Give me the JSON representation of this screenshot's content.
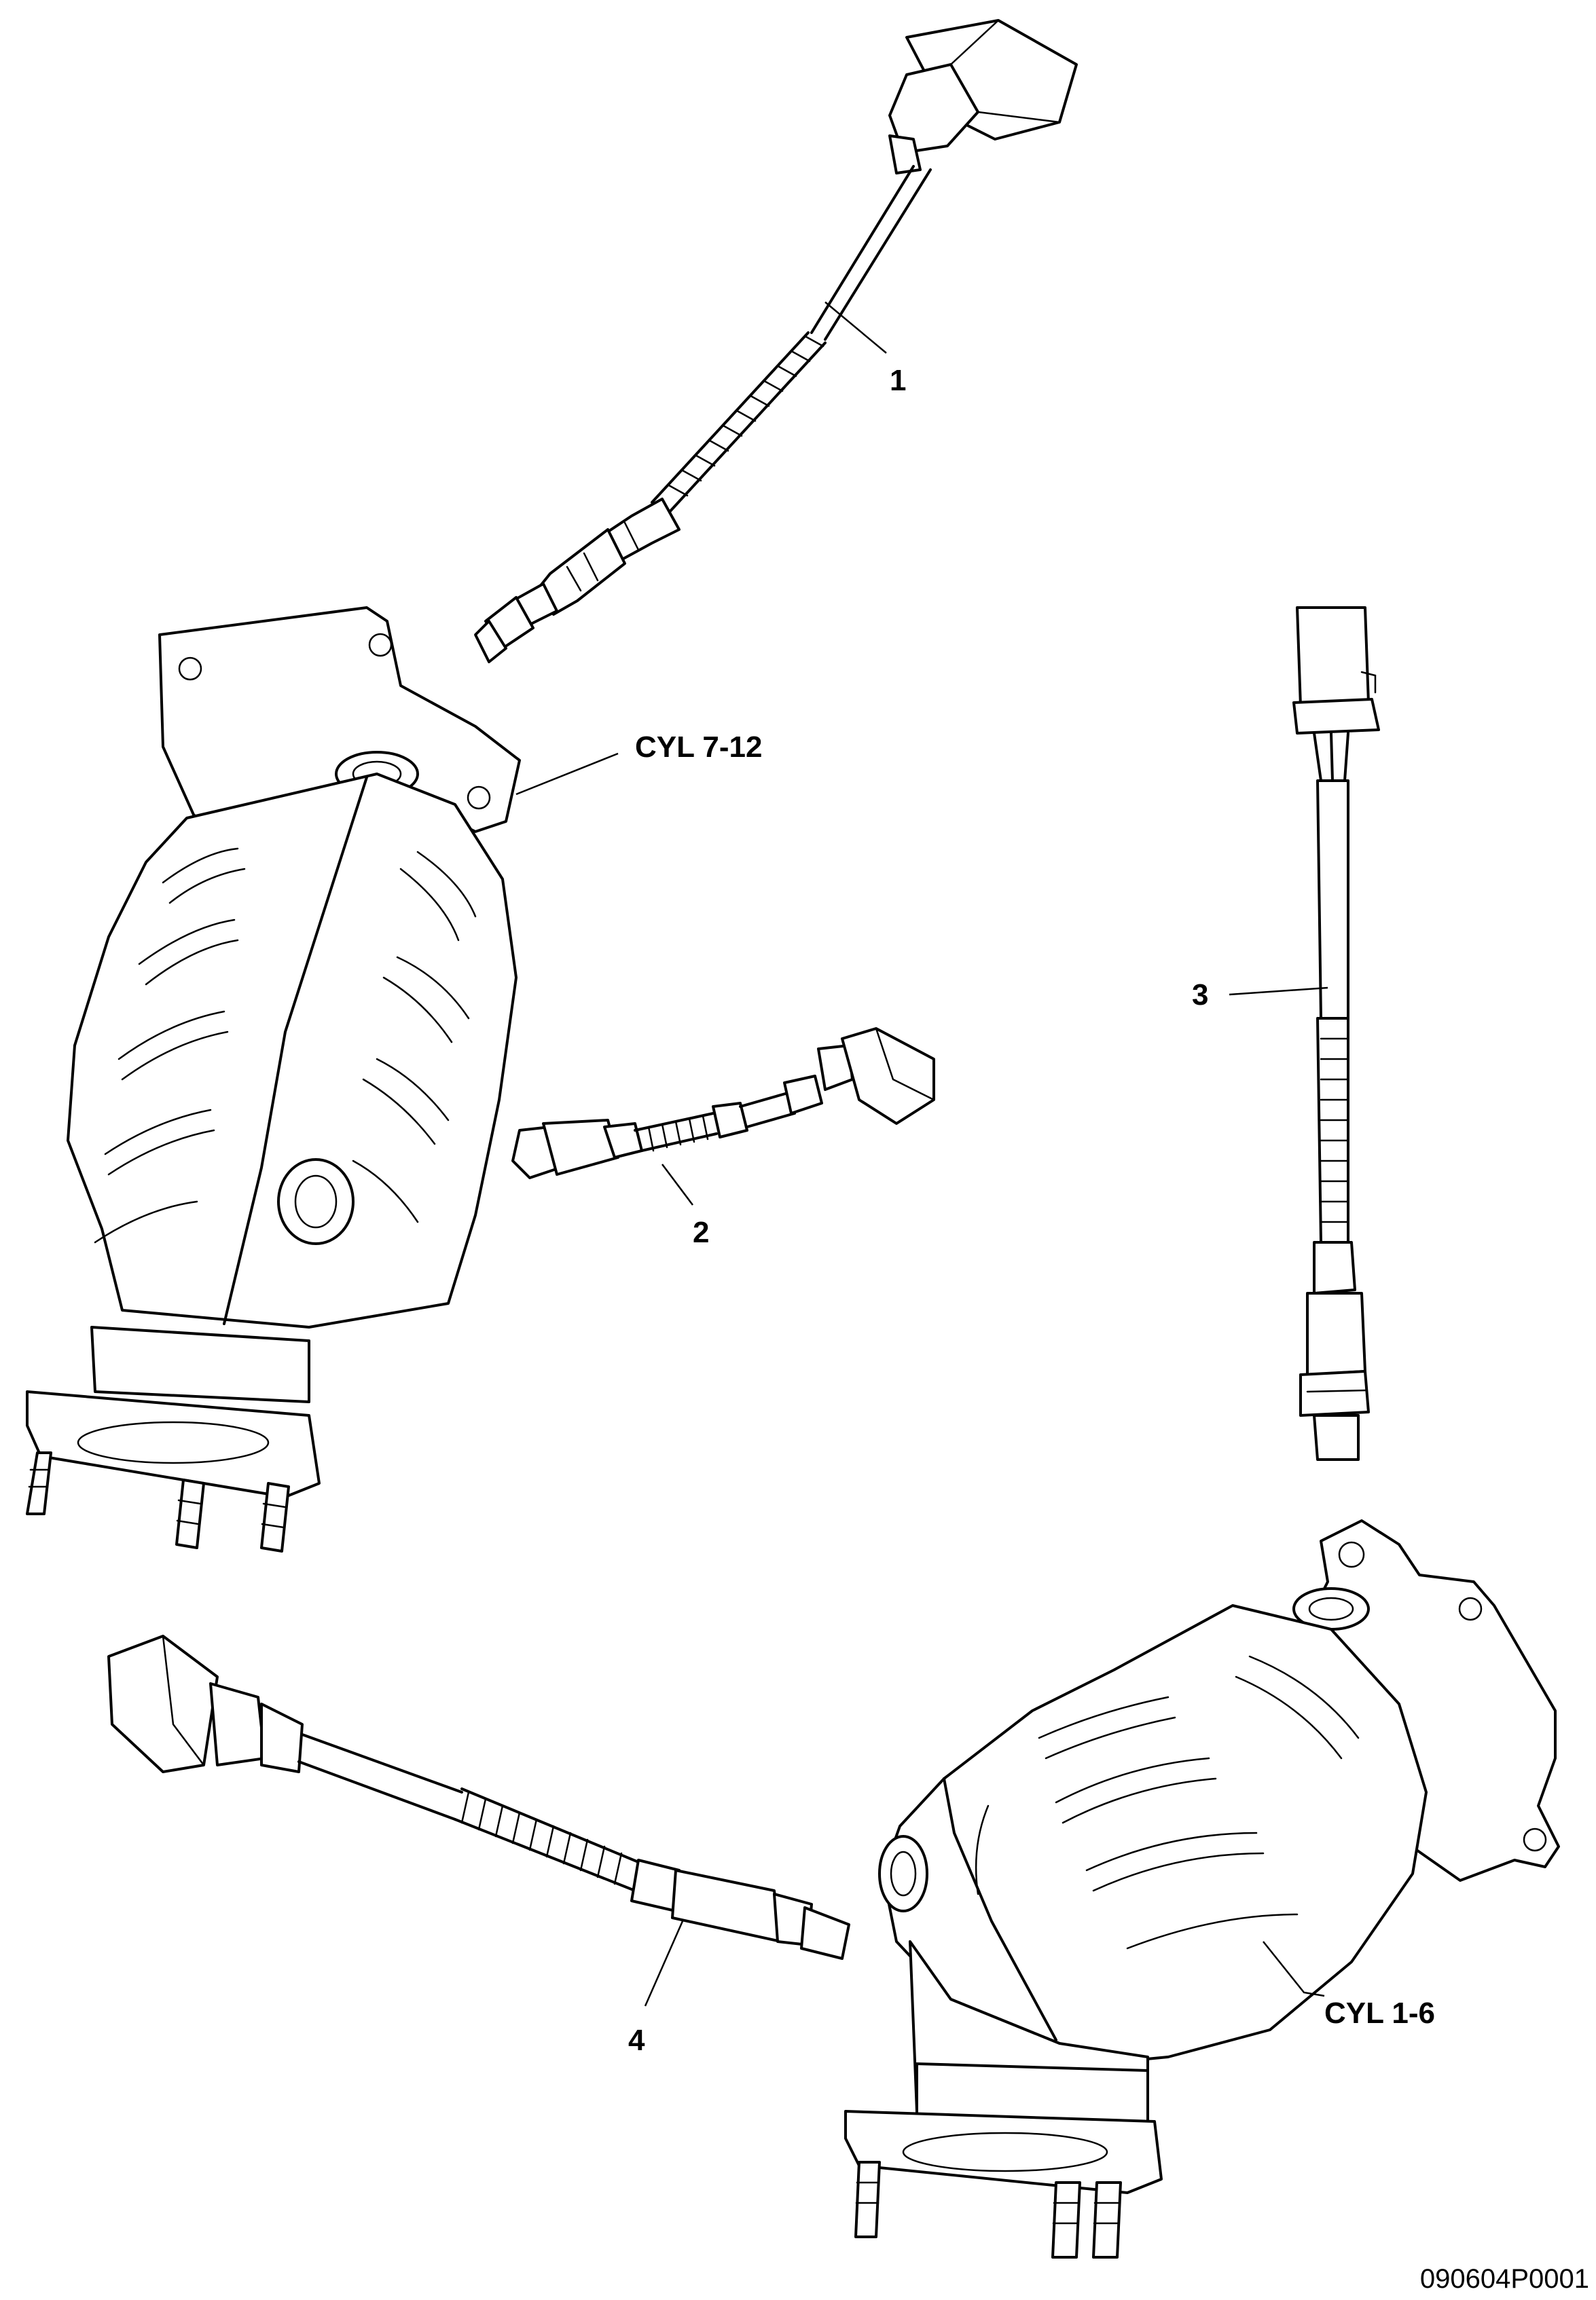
{
  "diagram": {
    "callouts": [
      {
        "id": "1",
        "text": "1"
      },
      {
        "id": "2",
        "text": "2"
      },
      {
        "id": "3",
        "text": "3"
      },
      {
        "id": "4",
        "text": "4"
      }
    ],
    "converter_labels": [
      {
        "id": "cyl-7-12",
        "text": "CYL 7-12"
      },
      {
        "id": "cyl-1-6",
        "text": "CYL 1-6"
      }
    ],
    "reference_code": "090604P0001"
  }
}
